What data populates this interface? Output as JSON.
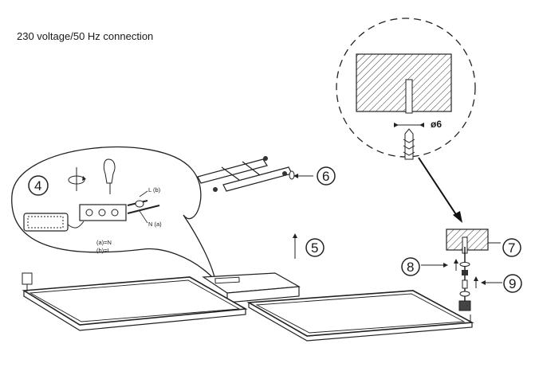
{
  "title": "230 voltage/50 Hz connection",
  "steps": {
    "s4": "4",
    "s5": "5",
    "s6": "6",
    "s7": "7",
    "s8": "8",
    "s9": "9"
  },
  "wiring": {
    "live_wire": "L (b)",
    "neutral_wire": "N (a)",
    "legend_a": "(a)=N",
    "legend_b": "(b)=L"
  },
  "drill": {
    "diameter": "ø6"
  }
}
